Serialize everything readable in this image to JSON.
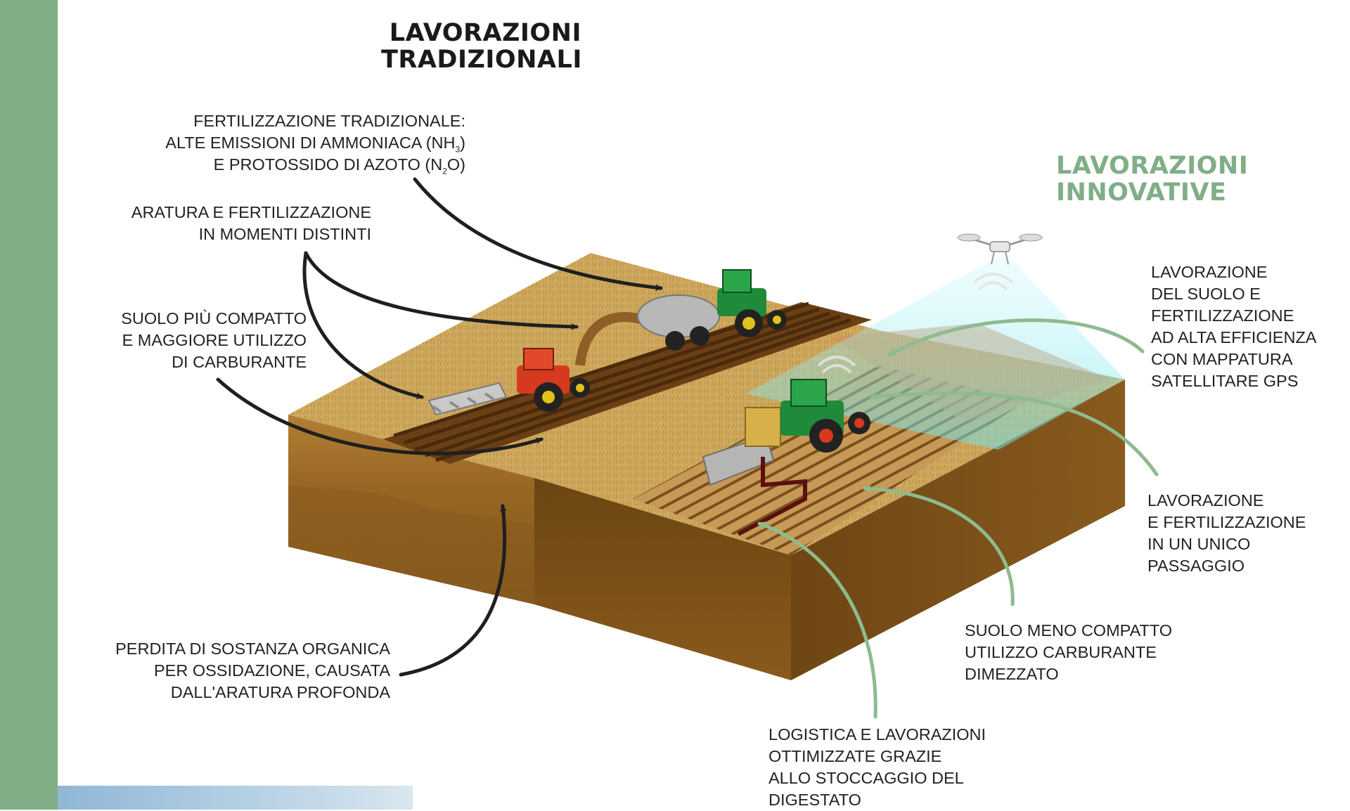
{
  "headings": {
    "traditional": [
      "LAVORAZIONI",
      "TRADIZIONALI"
    ],
    "innovative": [
      "LAVORAZIONI",
      "INNOVATIVE"
    ]
  },
  "colors": {
    "sidebar": "#7fae87",
    "traditional_heading": "#1a1a1a",
    "innovative_heading": "#7fae87",
    "traditional_arrows": "#1f1f1f",
    "innovative_arrows": "#8dbb8f",
    "soil": "#8a5a1c",
    "wheat": "#cfa95e",
    "gps_beam": "#8fe6ea"
  },
  "labels": {
    "fertilizzazione": {
      "line1": "FERTILIZZAZIONE TRADIZIONALE:",
      "line2_pre": "ALTE EMISSIONI DI AMMONIACA (NH",
      "line2_sub": "3",
      "line2_post": ")",
      "line3_pre": "E PROTOSSIDO DI AZOTO (N",
      "line3_sub": "2",
      "line3_post": "O)"
    },
    "aratura": [
      "ARATURA E FERTILIZZAZIONE",
      "IN MOMENTI DISTINTI"
    ],
    "suolo_compatto": [
      "SUOLO PIÙ COMPATTO",
      "E MAGGIORE UTILIZZO",
      "DI CARBURANTE"
    ],
    "perdita": [
      "PERDITA DI SOSTANZA ORGANICA",
      "PER OSSIDAZIONE, CAUSATA",
      "DALL'ARATURA PROFONDA"
    ],
    "gps": [
      "LAVORAZIONE",
      "DEL SUOLO E",
      "FERTILIZZAZIONE",
      "AD ALTA EFFICIENZA",
      "CON MAPPATURA",
      "SATELLITARE GPS"
    ],
    "unico_passaggio": [
      "LAVORAZIONE",
      "E FERTILIZZAZIONE",
      "IN UN UNICO",
      "PASSAGGIO"
    ],
    "suolo_meno": [
      "SUOLO MENO COMPATTO",
      "UTILIZZO CARBURANTE",
      "DIMEZZATO"
    ],
    "logistica": [
      "LOGISTICA E LAVORAZIONI",
      "OTTIMIZZATE GRAZIE",
      "ALLO STOCCAGGIO DEL",
      "DIGESTATO"
    ]
  },
  "icons": [
    "drone-icon",
    "wifi-signal-icon",
    "tractor-icon",
    "tanker-icon",
    "plough-icon",
    "cultivator-icon"
  ]
}
